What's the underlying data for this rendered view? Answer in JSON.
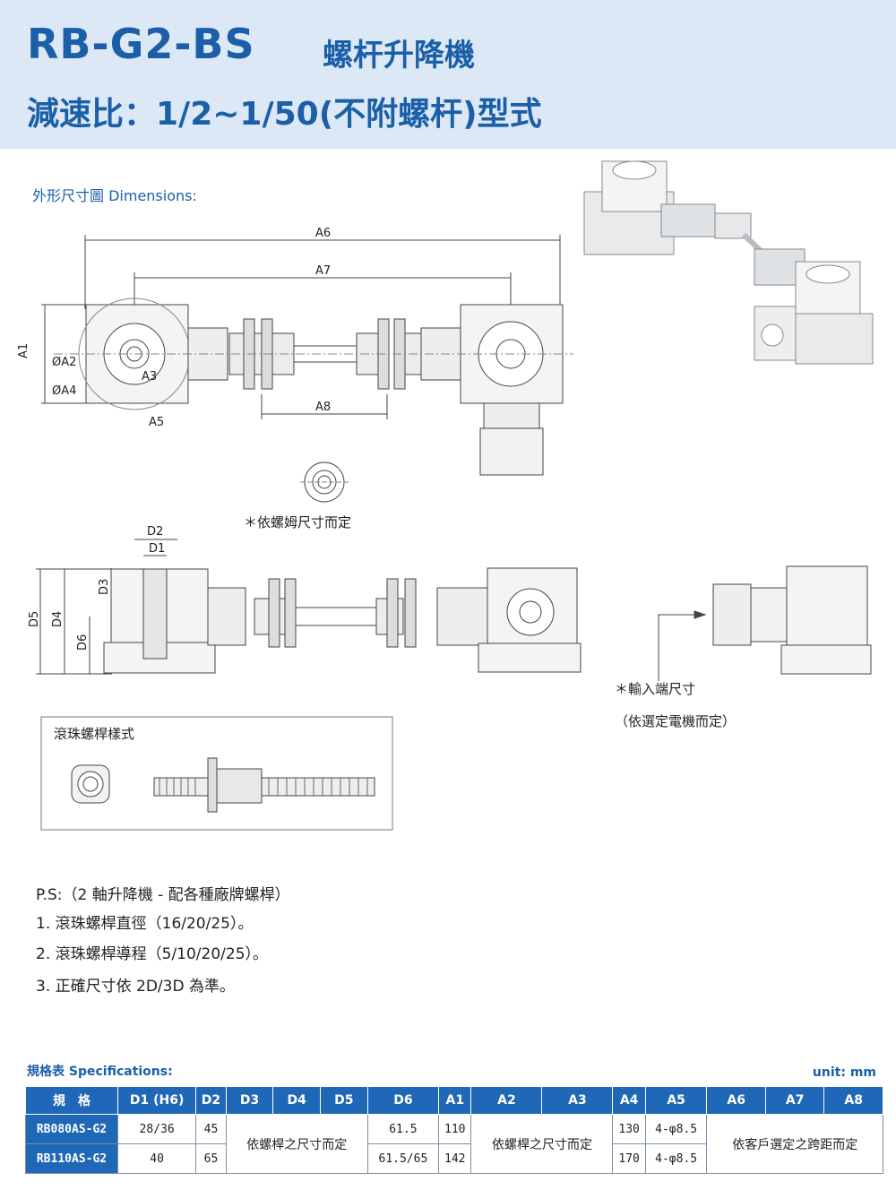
{
  "header": {
    "model": "RB-G2-BS",
    "product_name": "螺杆升降機",
    "subtitle": "減速比：1/2~1/50(不附螺杆)型式"
  },
  "dimensions_title": "外形尺寸圖 Dimensions:",
  "drawing_labels": {
    "A6": "A6",
    "A7": "A7",
    "A8": "A8",
    "A1": "A1",
    "A2": "ØA2",
    "A3": "A3",
    "A4": "ØA4",
    "A5": "A5",
    "D1": "D1",
    "D2": "D2",
    "D3": "D3",
    "D4": "D4",
    "D5": "D5",
    "D6": "D6"
  },
  "notes": {
    "nut_note": "＊依螺姆尺寸而定",
    "input_note": "＊輸入端尺寸",
    "input_note2": "（依選定電機而定）",
    "ballscrew_box_title": "滾珠螺桿樣式"
  },
  "ps": {
    "title": "P.S:（2 軸升降機 - 配各種廠牌螺桿）",
    "items": [
      "1. 滾珠螺桿直徑（16/20/25）。",
      "2. 滾珠螺桿導程（5/10/20/25）。",
      "3. 正確尺寸依 2D/3D 為準。"
    ]
  },
  "specs": {
    "title": "規格表 Specifications:",
    "unit": "unit: mm",
    "headers": [
      "規　格",
      "D1 (H6)",
      "D2",
      "D3",
      "D4",
      "D5",
      "D6",
      "A1",
      "A2",
      "A3",
      "A4",
      "A5",
      "A6",
      "A7",
      "A8"
    ],
    "rows": [
      {
        "model": "RB080AS-G2",
        "d1": "28/36",
        "d2": "45",
        "d6": "61.5",
        "a1": "110",
        "a4": "130",
        "a5": "4-φ8.5"
      },
      {
        "model": "RB110AS-G2",
        "d1": "40",
        "d2": "65",
        "d6": "61.5/65",
        "a1": "142",
        "a4": "170",
        "a5": "4-φ8.5"
      }
    ],
    "merged_d3_d5": "依螺桿之尺寸而定",
    "merged_a2_a3": "依螺桿之尺寸而定",
    "merged_a6_a8": "依客戶選定之跨距而定"
  }
}
